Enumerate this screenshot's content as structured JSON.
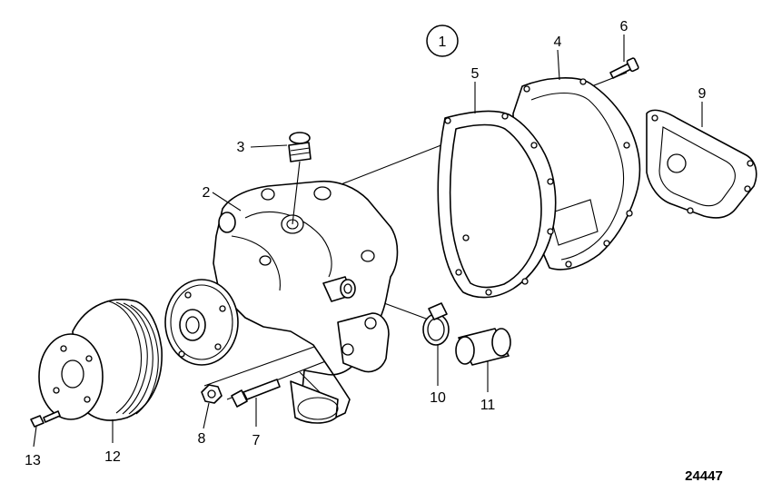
{
  "diagram": {
    "group_label": "1",
    "figure_number": "24447",
    "callouts": [
      {
        "id": "c1",
        "label": "2"
      },
      {
        "id": "c2",
        "label": "3"
      },
      {
        "id": "c3",
        "label": "4"
      },
      {
        "id": "c4",
        "label": "5"
      },
      {
        "id": "c5",
        "label": "6"
      },
      {
        "id": "c6",
        "label": "7"
      },
      {
        "id": "c7",
        "label": "8"
      },
      {
        "id": "c8",
        "label": "9"
      },
      {
        "id": "c9",
        "label": "10"
      },
      {
        "id": "c10",
        "label": "11"
      },
      {
        "id": "c11",
        "label": "12"
      },
      {
        "id": "c12",
        "label": "13"
      }
    ]
  },
  "icons": {
    "water_pump": "water-pump-housing",
    "pulley": "belt-pulley",
    "gasket": "gasket",
    "cover": "rear-cover-plate",
    "plug": "plug",
    "bolt": "bolt",
    "nut": "nut",
    "clamp": "hose-clamp",
    "hose": "hose",
    "flange_gasket": "flange-gasket"
  }
}
